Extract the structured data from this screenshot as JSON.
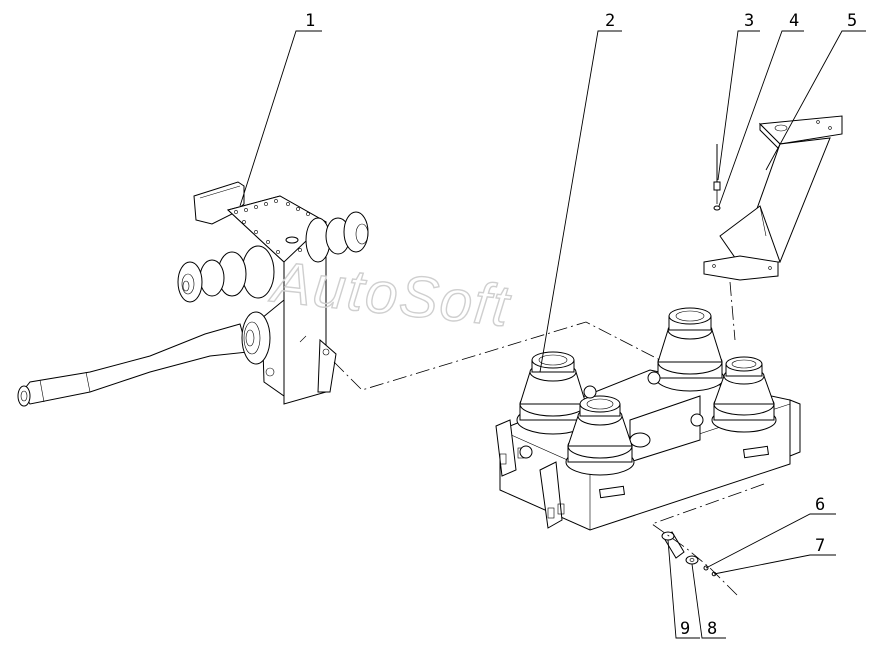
{
  "drawing": {
    "watermark": "AutoSoft",
    "callouts": [
      {
        "id": "1",
        "label": "1"
      },
      {
        "id": "2",
        "label": "2"
      },
      {
        "id": "3",
        "label": "3"
      },
      {
        "id": "4",
        "label": "4"
      },
      {
        "id": "5",
        "label": "5"
      },
      {
        "id": "6",
        "label": "6"
      },
      {
        "id": "7",
        "label": "7"
      },
      {
        "id": "8",
        "label": "8"
      },
      {
        "id": "9",
        "label": "9"
      }
    ]
  }
}
